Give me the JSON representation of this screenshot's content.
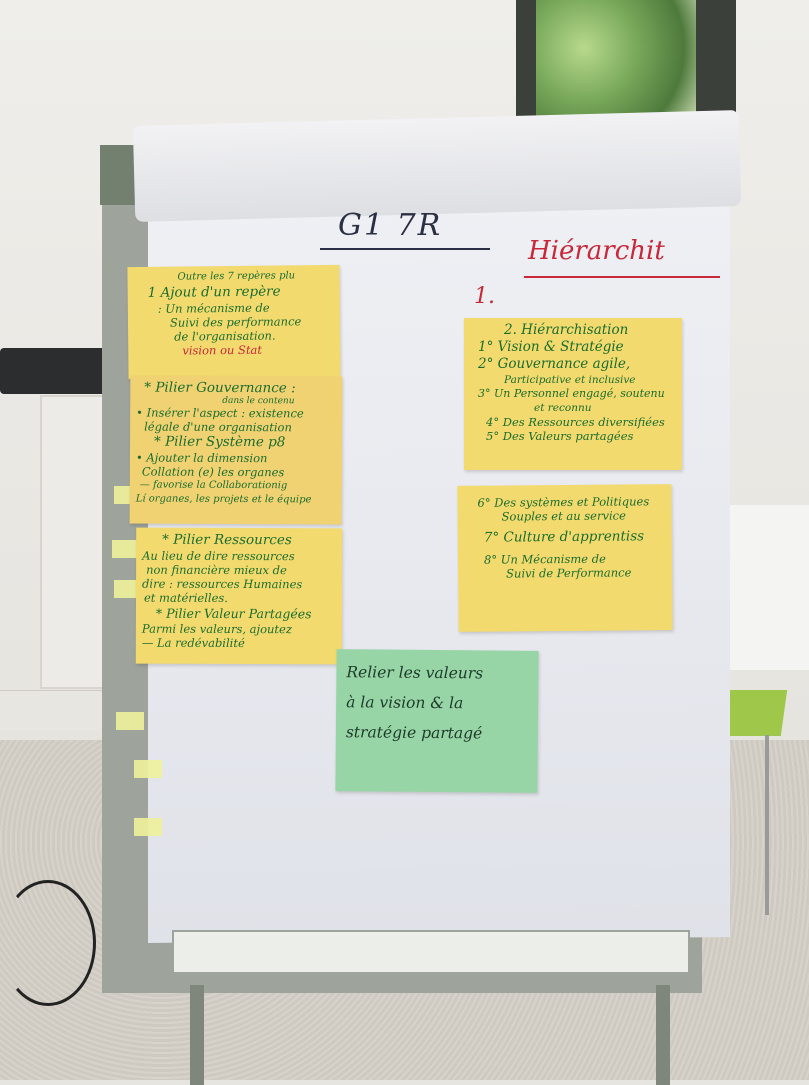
{
  "chart_title": "G1 7R",
  "header_right": "Hiérarchit",
  "section_number": "1.",
  "notes": {
    "note_1": {
      "lines": [
        "Outre les 7 repères plu",
        "1  Ajout d'un repère",
        ": Un mécanisme de",
        "Suivi des performance",
        "de l'organisation.",
        "vision ou Stat"
      ]
    },
    "note_2": {
      "lines": [
        "* Pilier Gouvernance :",
        "dans le contenu",
        "• Insérer l'aspect : existence",
        "légale d'une organisation",
        "* Pilier Système p8",
        "• Ajouter la dimension",
        "Collation (e) les organes",
        "— favorise la Collaborationig",
        "Lí organes, les projets et le équipe"
      ]
    },
    "note_3": {
      "lines": [
        "* Pilier Ressources",
        "Au lieu de dire ressources",
        "non financière mieux de",
        "dire : ressources Humaines",
        "et matérielles.",
        "* Pilier Valeur Partagées",
        "Parmi les valeurs, ajoutez",
        "— La redévabilité"
      ]
    },
    "note_4": {
      "lines": [
        "2. Hiérarchisation",
        "1° Vision & Stratégie",
        "2° Gouvernance agile,",
        "Participative et inclusive",
        "3° Un Personnel engagé, soutenu",
        "et reconnu",
        "4° Des Ressources diversifiées",
        "5° Des Valeurs partagées"
      ]
    },
    "note_5": {
      "lines": [
        "6° Des systèmes et Politiques",
        "Souples et au service",
        "7° Culture d'apprentiss",
        "8° Un Mécanisme de",
        "Suivi de Performance"
      ]
    },
    "note_6": {
      "lines": [
        "Relier les valeurs",
        "à la vision & la",
        "stratégie partagé"
      ]
    }
  },
  "colors": {
    "note_yellow": "#f3da6e",
    "note_green": "#98d5a6",
    "ink_green": "#1b6d2e",
    "ink_red": "#c8283a",
    "ink_dark": "#2a2f44"
  }
}
